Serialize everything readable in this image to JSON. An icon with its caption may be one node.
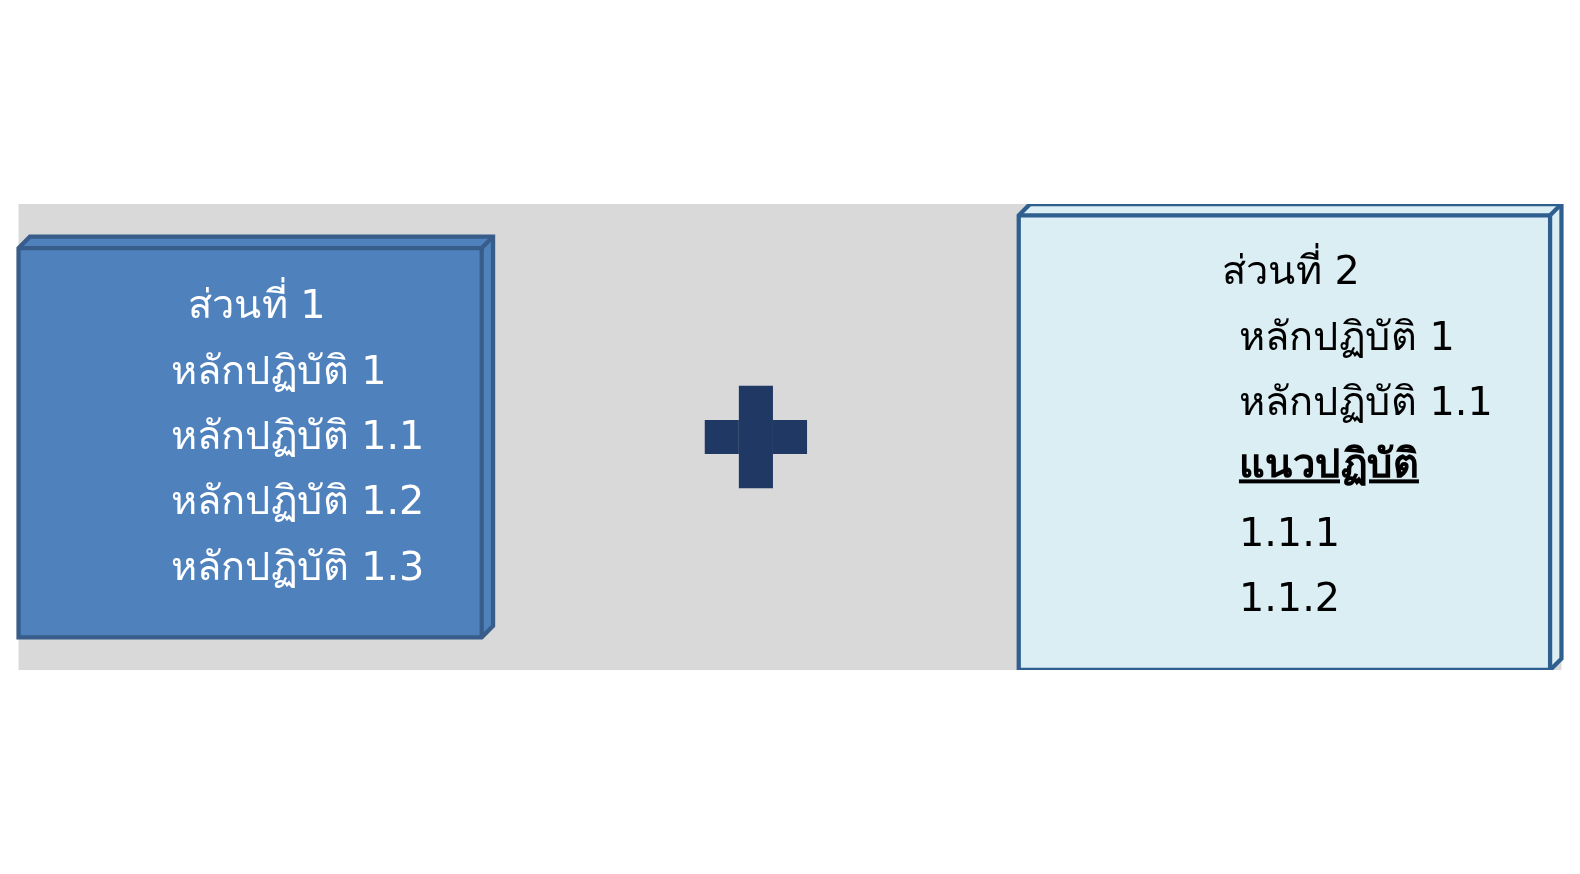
{
  "diagram": {
    "nodes": [
      {
        "text": [
          "ส่วนที่ 1",
          "หลักปฏิบัติ 1",
          "หลักปฏิบัติ 1.1",
          "หลักปฏิบัติ 1.2",
          "หลักปฏิบัติ 1.3"
        ]
      },
      {
        "text": [],
        "shape": "cross"
      },
      {
        "text": [
          "ส่วนที่ 2",
          "หลักปฏิบัติ 1",
          "หลักปฏิบัติ 1.1",
          "แนวปฏิบัติ",
          "1.1.1",
          "1.1.2"
        ]
      }
    ],
    "edges": []
  }
}
